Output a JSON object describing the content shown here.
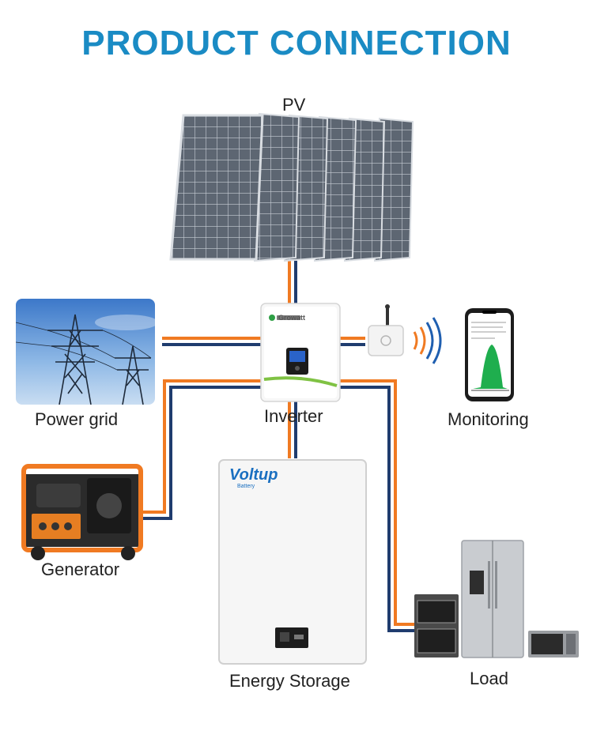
{
  "title": "PRODUCT CONNECTION",
  "colors": {
    "title": "#1a8bc4",
    "wire_orange": "#f07a22",
    "wire_navy": "#1f3c6e",
    "panel": "#6b7380",
    "battery": "#f4f4f4",
    "inverter": "#f7f7f7",
    "generator_frame": "#f07a22"
  },
  "nodes": {
    "pv": {
      "label": "PV"
    },
    "inverter": {
      "label": "Inverter",
      "brand": "Growatt"
    },
    "power_grid": {
      "label": "Power grid"
    },
    "monitoring": {
      "label": "Monitoring"
    },
    "generator": {
      "label": "Generator"
    },
    "energy_storage": {
      "label": "Energy Storage",
      "brand": "Voltup",
      "brand_sub": "Battery"
    },
    "load": {
      "label": "Load"
    }
  },
  "connections": [
    [
      "pv",
      "inverter"
    ],
    [
      "power_grid",
      "inverter"
    ],
    [
      "inverter",
      "monitoring"
    ],
    [
      "generator",
      "inverter"
    ],
    [
      "inverter",
      "energy_storage"
    ],
    [
      "inverter",
      "load"
    ]
  ]
}
